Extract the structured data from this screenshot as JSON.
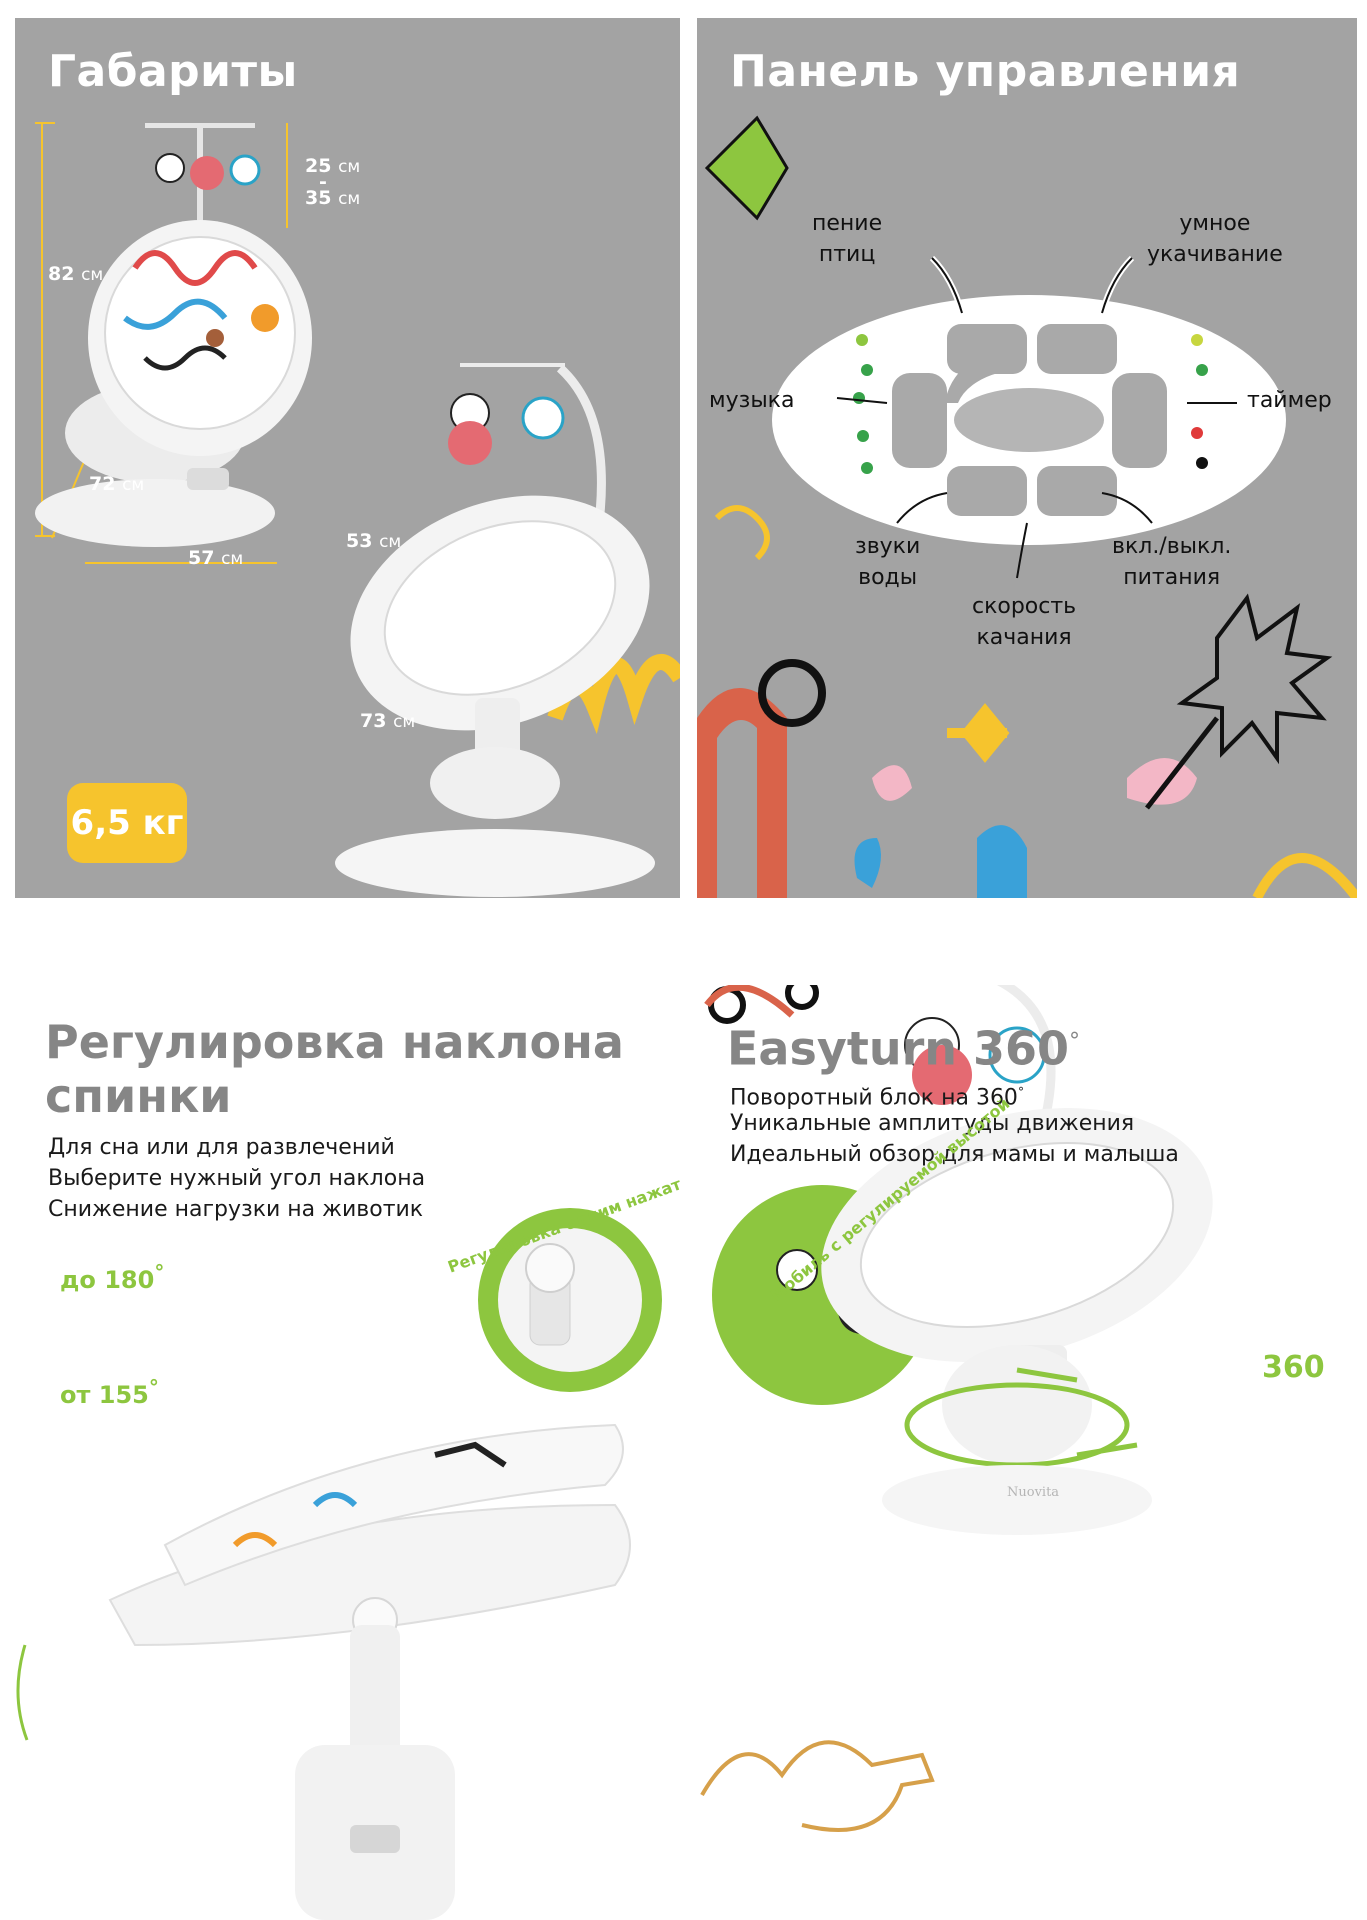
{
  "dimensions": {
    "title": "Габариты",
    "mobile_height": {
      "from": "25",
      "dash": "-",
      "to": "35",
      "unit": "см"
    },
    "total_height": {
      "value": "82",
      "unit": "см"
    },
    "base_depth": {
      "value": "72",
      "unit": "см"
    },
    "base_width": {
      "value": "57",
      "unit": "см"
    },
    "seat_width": {
      "value": "53",
      "unit": "см"
    },
    "seat_length": {
      "value": "73",
      "unit": "см"
    },
    "weight": "6,5 кг"
  },
  "control_panel": {
    "title": "Панель управления",
    "labels": {
      "bird_song": {
        "line1": "пение",
        "line2": "птиц"
      },
      "smart_rocking": {
        "line1": "умное",
        "line2": "укачивание"
      },
      "music": "музыка",
      "timer": "таймер",
      "water_sounds": {
        "line1": "звуки",
        "line2": "воды"
      },
      "power": {
        "line1": "вкл./выкл.",
        "line2": "питания"
      },
      "swing_speed": {
        "line1": "скорость",
        "line2": "качания"
      }
    }
  },
  "recline": {
    "title_line1": "Регулировка наклона",
    "title_line2": "спинки",
    "features": [
      "Для сна или для развлечений",
      "Выберите  нужный угол наклона",
      "Снижение нагрузки на животик"
    ],
    "badge_text": "Регулировка одним нажатием",
    "angle_max": "до 180",
    "angle_min": "от 155",
    "degree": "°"
  },
  "easyturn": {
    "title": "Easyturn 360",
    "degree": "°",
    "features": [
      "Поворотный блок на 360",
      "Уникальные амплитуды движения",
      "Идеальный обзор для мамы и малыша"
    ],
    "badge_text": "Мобиль с регулируемой высотой",
    "rotation_label": "360",
    "brand": "Nuovita"
  },
  "colors": {
    "panel_gray": "#a3a3a3",
    "badge_yellow": "#f6c42d",
    "accent_green": "#8dc63f",
    "title_gray": "#868686"
  }
}
